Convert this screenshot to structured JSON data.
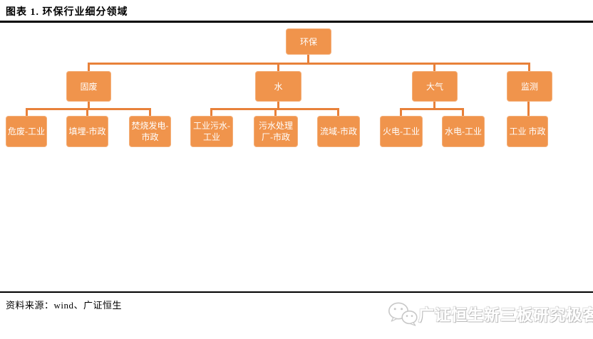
{
  "header": {
    "title": "图表 1. 环保行业细分领域"
  },
  "footer": {
    "source": "资料来源：wind、广证恒生",
    "watermark_text": "广证恒生新三板研究极客",
    "watermark_icon": "wechat-icon"
  },
  "colors": {
    "node_fill": "#F0944C",
    "node_text": "#FFFFFF",
    "connector": "#E8813A",
    "rule": "#000000",
    "watermark_gray": "#C8C8C8"
  },
  "tree": {
    "root": {
      "label": "环保"
    },
    "branches": [
      {
        "label": "固废",
        "children": [
          {
            "label": "危废-工业"
          },
          {
            "label": "填埋-市政"
          },
          {
            "label": "焚烧发电-市政"
          }
        ]
      },
      {
        "label": "水",
        "children": [
          {
            "label": "工业污水-工业"
          },
          {
            "label": "污水处理厂-市政"
          },
          {
            "label": "流域-市政"
          }
        ]
      },
      {
        "label": "大气",
        "children": [
          {
            "label": "火电-工业"
          },
          {
            "label": "水电-工业"
          }
        ]
      },
      {
        "label": "监测",
        "children": [
          {
            "label": "工业 市政"
          }
        ]
      }
    ]
  }
}
